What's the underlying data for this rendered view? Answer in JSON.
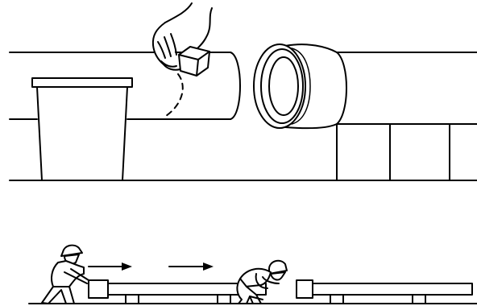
{
  "figure": {
    "top_panel": {
      "pipe_left": "pipe-spigot-end",
      "pipe_right": "pipe-socket-end",
      "container": "lubricant-bucket",
      "hand": "hand-applying-lubricant",
      "supports": "support-blocks"
    },
    "bottom_panel": {
      "worker_left": "worker-pushing",
      "worker_right": "worker-guiding",
      "arrows": [
        "push-direction-arrow",
        "push-direction-arrow"
      ],
      "pipes": [
        "pipe-being-pushed",
        "installed-pipe"
      ]
    }
  },
  "colors": {
    "ink": "#000000",
    "paper": "#ffffff"
  }
}
